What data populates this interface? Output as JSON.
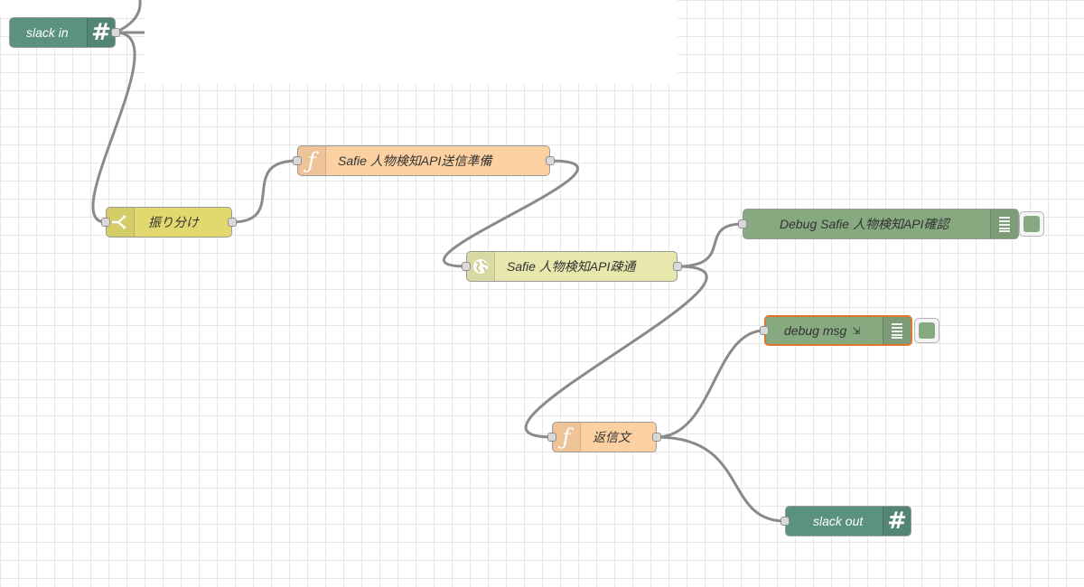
{
  "colors": {
    "slack": "#5b917f",
    "switch": "#e2d96e",
    "function": "#fdd0a2",
    "http_request": "#e7e7ae",
    "debug": "#87a980",
    "wire": "#8a8a8a",
    "selected_border": "#e0762b"
  },
  "nodes": {
    "slack_in": {
      "label": "slack in",
      "icon": "hash-icon"
    },
    "switch": {
      "label": "振り分け",
      "icon": "switch-icon"
    },
    "prep_function": {
      "label": "Safie 人物検知API送信準備",
      "icon": "function-icon"
    },
    "api_request": {
      "label": "Safie 人物検知API疎通",
      "icon": "globe-icon"
    },
    "debug_api": {
      "label": "Debug Safie 人物検知API確認",
      "icon": "list-icon"
    },
    "debug_msg": {
      "label": "debug msg",
      "icon": "list-icon",
      "selected": true
    },
    "reply_function": {
      "label": "返信文",
      "icon": "function-icon"
    },
    "slack_out": {
      "label": "slack out",
      "icon": "hash-icon"
    }
  }
}
